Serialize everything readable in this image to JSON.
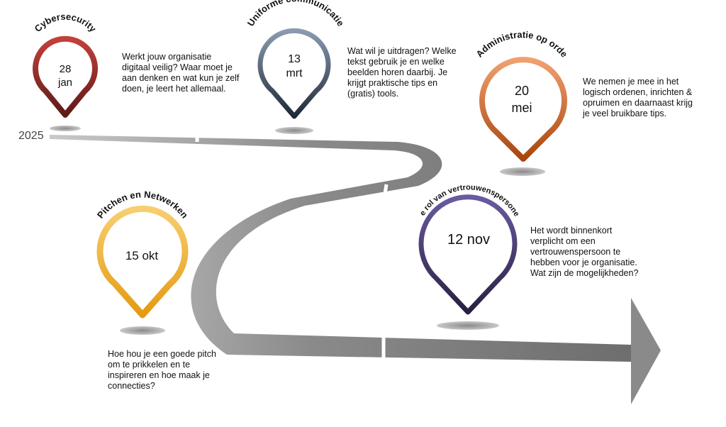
{
  "year_labels": [
    "2025",
    "2025"
  ],
  "colors": {
    "red": "#a8322a",
    "slate": "#6f7f91",
    "orange": "#e07a3a",
    "yellow": "#f0b030",
    "purple": "#5a4a88",
    "road": "#7d7d7d"
  },
  "events": [
    {
      "title": "Cybersecurity",
      "date_line1": "28",
      "date_line2": "jan",
      "description": [
        "Werkt jouw organisatie",
        "digitaal veilig? Waar moet je",
        "aan denken en wat kun je zelf",
        "doen, je leert het allemaal."
      ]
    },
    {
      "title": "Uniforme communicatie",
      "date_line1": "13",
      "date_line2": "mrt",
      "description": [
        "Wat wil je uitdragen? Welke",
        "tekst gebruik je en welke",
        "beelden horen daarbij. Je",
        "krijgt praktische tips en",
        "(gratis) tools."
      ]
    },
    {
      "title": "Administratie op orde",
      "date_line1": "20",
      "date_line2": "mei",
      "description": [
        "We nemen je mee in het",
        "logisch ordenen, inrichten &",
        "opruimen en daarnaast krijg",
        "je veel bruikbare tips."
      ]
    },
    {
      "title": "Pitchen en Netwerken",
      "date_line1": "15 okt",
      "date_line2": "",
      "description": [
        "Hoe hou je een goede pitch",
        "om te prikkelen en te",
        "inspireren en hoe maak je",
        "connecties?"
      ]
    },
    {
      "title": "De rol van vertrouwenspersonen",
      "date_line1": "12 nov",
      "date_line2": "",
      "description": [
        "Het wordt binnenkort",
        "verplicht om een",
        "vertrouwenspersoon te",
        "hebben voor je organisatie.",
        "Wat zijn de mogelijkheden?"
      ]
    }
  ]
}
